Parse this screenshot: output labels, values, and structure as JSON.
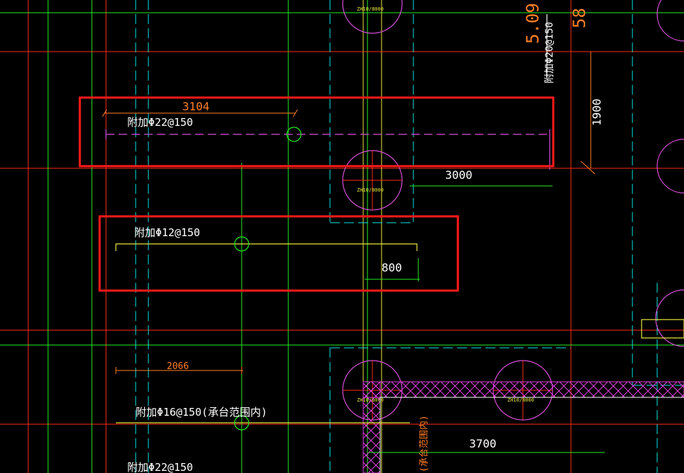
{
  "colors": {
    "background": "#000000",
    "axis_red": "#ff2a1a",
    "axis_cyan": "#00e5e5",
    "dim_green": "#22ee22",
    "text_white": "#ffffff",
    "rebar_yellow": "#e8e83a",
    "rebar_magenta": "#d84fd8",
    "dim_orange": "#ff7f27",
    "highlight_box": "#ff1a1a",
    "hatch": "#e040e0"
  },
  "annotations": {
    "rebar_top": "附加Φ22@150",
    "rebar_middle": "附加Φ12@150",
    "rebar_lower": "附加Φ16@150(承台范围内)",
    "rebar_bottom": "附加Φ22@150",
    "rebar_vertical": "附加Φ20@150",
    "vertical_note": "(承台范围内)"
  },
  "dimensions": {
    "d3104": "3104",
    "d3000": "3000",
    "d1900": "1900",
    "d800": "800",
    "d2066": "2066",
    "d3700": "3700",
    "d509": "5.09",
    "d58": "58"
  },
  "piles": {
    "pile_tag": "ZH10/8000"
  },
  "highlights": [
    {
      "name": "box-rebar-22"
    },
    {
      "name": "box-rebar-12"
    }
  ]
}
